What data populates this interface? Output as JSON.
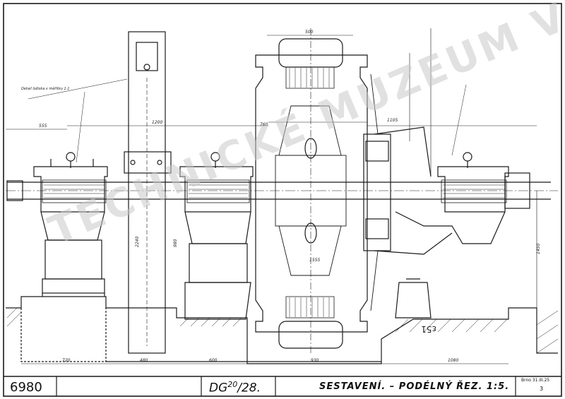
{
  "title_block": {
    "drawing_number": "6980",
    "type_prefix": "DG",
    "type_sup": "20",
    "type_suffix": "/28.",
    "title": "SESTAVENÍ. – PODÉLNÝ ŘEZ. 1:5.",
    "date_note": "Brno 31.III.25",
    "sheet_number": "3"
  },
  "watermark": "TECHNICKÉ MUZEUM V BRNĚ",
  "dimensions": {
    "d_top": "500",
    "d_left": "555",
    "d_shaft1": "1200",
    "d_shaft2": "760",
    "d_right": "1105",
    "d_base1": "720",
    "d_base2": "480",
    "d_base3": "600",
    "d_base4": "930",
    "d_base5": "1080",
    "d_height": "1450",
    "d_mid": "1555",
    "d_vert1": "2240",
    "d_vert2": "980",
    "stamp": "ε51"
  },
  "annotation_note": "Detail ložiska v měřítku 1:1"
}
